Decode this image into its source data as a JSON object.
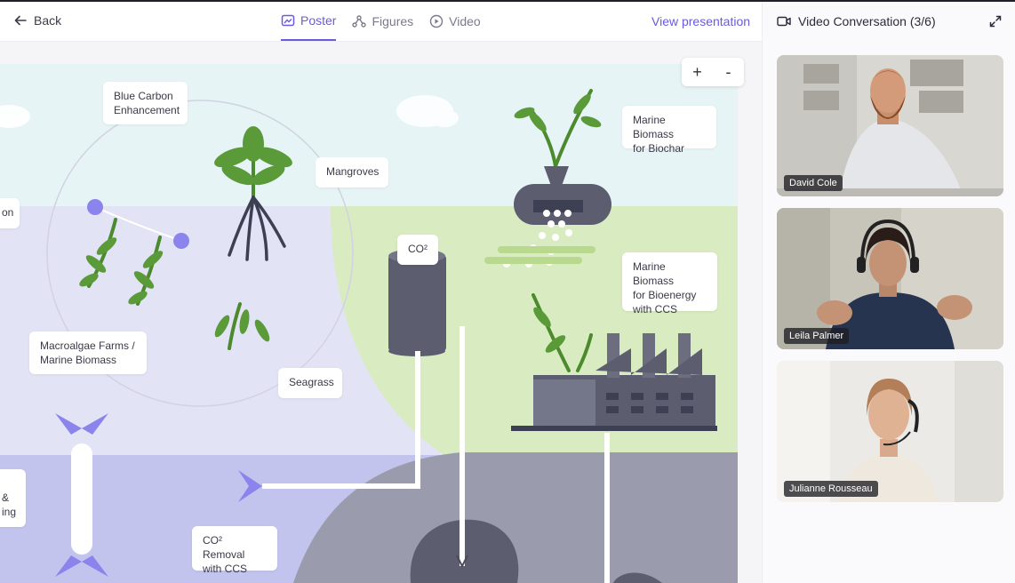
{
  "header": {
    "back_label": "Back",
    "tabs": [
      {
        "label": "Poster",
        "icon": "poster-icon",
        "active": true
      },
      {
        "label": "Figures",
        "icon": "figures-icon",
        "active": false
      },
      {
        "label": "Video",
        "icon": "play-icon",
        "active": false
      }
    ],
    "view_presentation": "View presentation"
  },
  "zoom": {
    "plus": "+",
    "minus": "-"
  },
  "poster": {
    "labels": {
      "blue_carbon": "Blue Carbon\nEnhancement",
      "mangroves": "Mangroves",
      "marine_biochar": "Marine Biomass\nfor Biochar",
      "co2": "CO²",
      "cut_left": "on",
      "marine_bioenergy": "Marine Biomass\nfor Bioenergy\nwith CCS",
      "macroalgae": "Macroalgae Farms /\nMarine Biomass",
      "seagrass": "Seagrass",
      "cut_left_2": "&\ning",
      "co2_removal": "CO² Removal\nwith CCS"
    }
  },
  "sidebar": {
    "title": "Video Conversation (3/6)",
    "participants": [
      {
        "name": "David Cole"
      },
      {
        "name": "Leila Palmer"
      },
      {
        "name": "Julianne Rousseau"
      }
    ]
  },
  "colors": {
    "accent": "#6a5ae0",
    "sky": "#e6f4f6",
    "lavender": "#e3e3f6",
    "green": "#d9ebc0",
    "deep": "#c2c4ee",
    "seabed": "#9a9cae"
  }
}
